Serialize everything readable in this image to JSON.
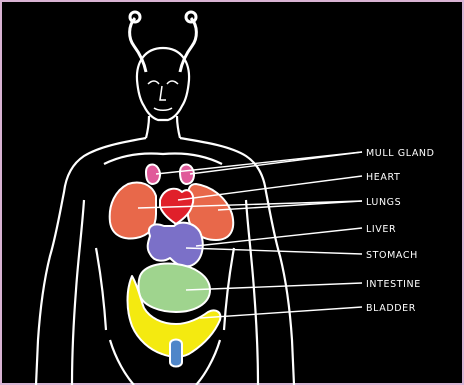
{
  "diagram": {
    "labels": [
      {
        "key": "mull_gland",
        "text": "MULL GLAND"
      },
      {
        "key": "heart",
        "text": "HEART"
      },
      {
        "key": "lungs",
        "text": "LUNGS"
      },
      {
        "key": "liver",
        "text": "LIVER"
      },
      {
        "key": "stomach",
        "text": "STOMACH"
      },
      {
        "key": "intestine",
        "text": "INTESTINE"
      },
      {
        "key": "bladder",
        "text": "BLADDER"
      }
    ],
    "colors": {
      "background": "#000000",
      "border": "#d9b3d3",
      "outline": "#ffffff",
      "mull_gland": "#e05a9a",
      "heart": "#e0202a",
      "lungs": "#e8684a",
      "liver": "#7b70c8",
      "intestine": "#9fd48e",
      "bladder": "#f4ea10",
      "lower_organ": "#4f86c9"
    }
  }
}
